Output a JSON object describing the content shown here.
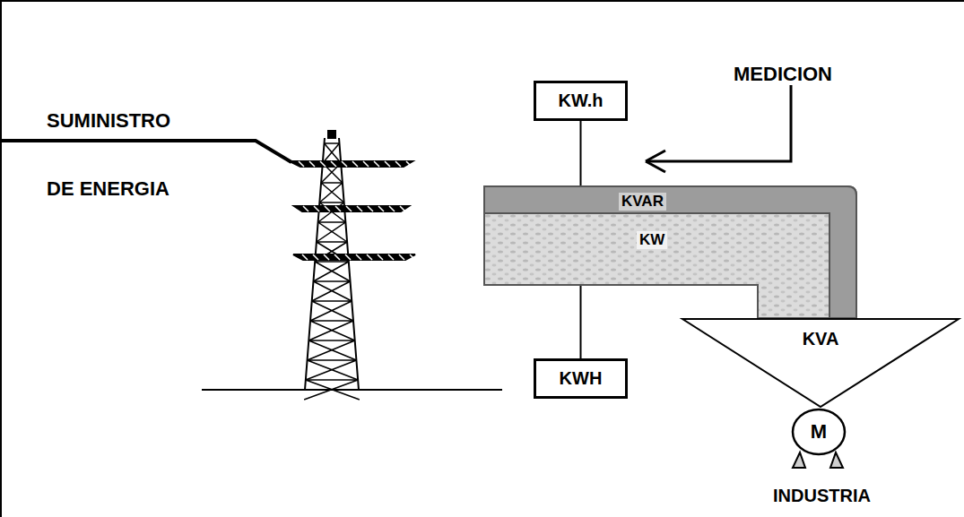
{
  "diagram": {
    "nodes": [
      {
        "text": [
          "KW.h"
        ]
      },
      {
        "text": [
          "KVAR",
          "KW"
        ]
      },
      {
        "text": [
          "KVA"
        ]
      },
      {
        "text": [
          "KWH"
        ]
      },
      {
        "text": [
          "M"
        ]
      }
    ],
    "edges": [
      {
        "from": 0,
        "to": 1,
        "arrow": "none"
      },
      {
        "from": 3,
        "to": 1,
        "arrow": "none"
      }
    ],
    "labels": [
      "SUMINISTRO",
      "DE ENERGIA",
      "MEDICION",
      "INDUSTRIA"
    ]
  }
}
